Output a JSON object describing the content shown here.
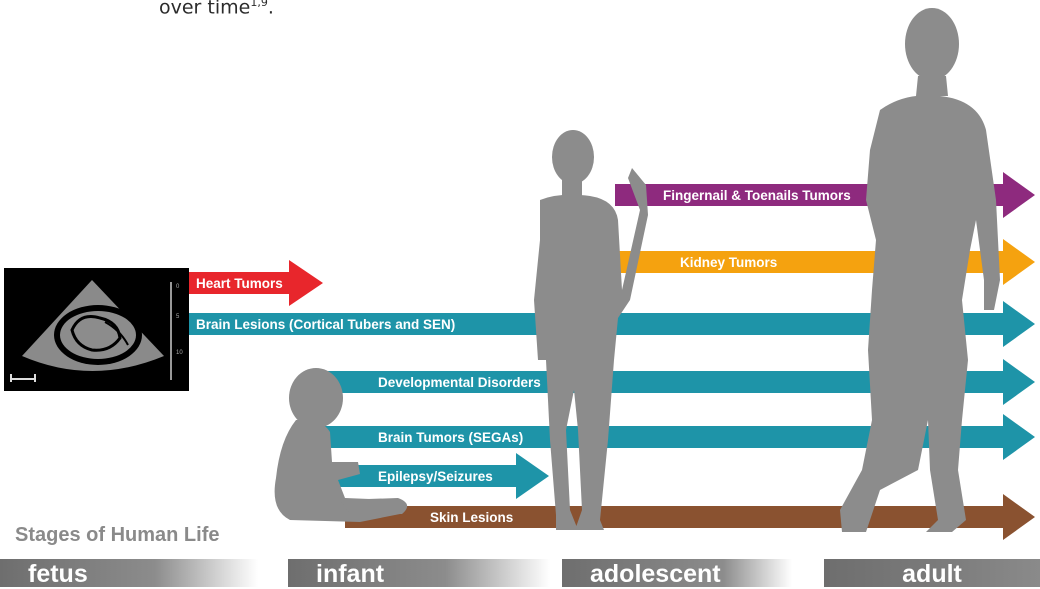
{
  "intro": {
    "text": "over time",
    "ref": "1,9"
  },
  "manifestations": [
    {
      "label": "Fingernail & Toenails Tumors",
      "color": "#8e2a7e"
    },
    {
      "label": "Kidney Tumors",
      "color": "#f5a20f"
    },
    {
      "label": "Heart Tumors",
      "color": "#e8262c"
    },
    {
      "label": "Brain Lesions (Cortical Tubers and SEN)",
      "color": "#1e94a8"
    },
    {
      "label": "Developmental Disorders",
      "color": "#1e94a8"
    },
    {
      "label": "Brain Tumors (SEGAs)",
      "color": "#1e94a8"
    },
    {
      "label": "Epilepsy/Seizures",
      "color": "#1e94a8"
    },
    {
      "label": "Skin Lesions",
      "color": "#8a5230"
    }
  ],
  "ultrasound": {
    "ticks": [
      "0",
      "5",
      "10"
    ]
  },
  "stages": {
    "title": "Stages of Human Life",
    "items": [
      "fetus",
      "infant",
      "adolescent",
      "adult"
    ]
  }
}
